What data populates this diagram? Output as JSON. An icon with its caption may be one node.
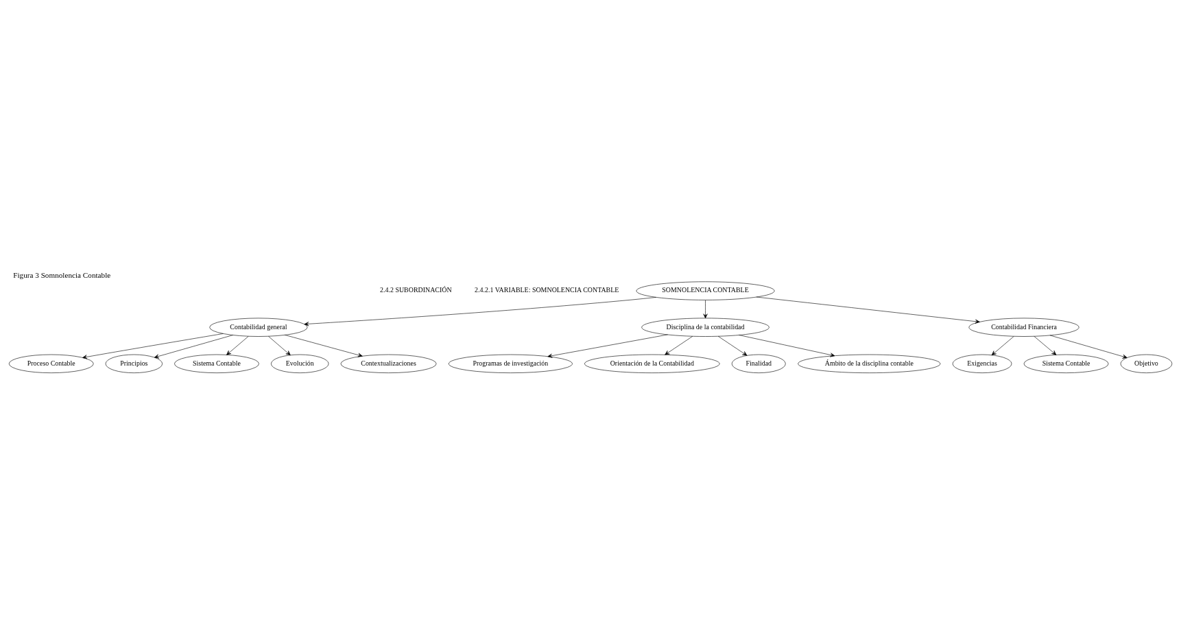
{
  "diagram": {
    "title": "Figura 3 Somnolencia Contable",
    "nodes": [
      {
        "text": [
          "SOMNOLENCIA CONTABLE"
        ]
      },
      {
        "text": [
          "Contabilidad general"
        ]
      },
      {
        "text": [
          "Proceso Contable"
        ]
      },
      {
        "text": [
          "Principios"
        ]
      },
      {
        "text": [
          "Sistema Contable"
        ]
      },
      {
        "text": [
          "Evolución"
        ]
      },
      {
        "text": [
          "Contextualizaciones"
        ]
      },
      {
        "text": [
          "Disciplina de la contabilidad"
        ]
      },
      {
        "text": [
          "Programas de investigación"
        ]
      },
      {
        "text": [
          "Orientación de la Contabilidad"
        ]
      },
      {
        "text": [
          "Finalidad"
        ]
      },
      {
        "text": [
          "Ámbito de la disciplina contable"
        ]
      },
      {
        "text": [
          "Contabilidad Financiera"
        ]
      },
      {
        "text": [
          "Exigencias"
        ]
      },
      {
        "text": [
          "Sistema Contable"
        ]
      },
      {
        "text": [
          "Objetivo"
        ]
      }
    ],
    "edges": [
      {
        "from": 0,
        "to": 1,
        "arrow": "to"
      },
      {
        "from": 1,
        "to": 2,
        "arrow": "to"
      },
      {
        "from": 1,
        "to": 3,
        "arrow": "to"
      },
      {
        "from": 1,
        "to": 4,
        "arrow": "to"
      },
      {
        "from": 1,
        "to": 5,
        "arrow": "to"
      },
      {
        "from": 1,
        "to": 6,
        "arrow": "to"
      },
      {
        "from": 0,
        "to": 7,
        "arrow": "to"
      },
      {
        "from": 7,
        "to": 8,
        "arrow": "to"
      },
      {
        "from": 7,
        "to": 9,
        "arrow": "to"
      },
      {
        "from": 7,
        "to": 10,
        "arrow": "to"
      },
      {
        "from": 7,
        "to": 11,
        "arrow": "to"
      },
      {
        "from": 0,
        "to": 12,
        "arrow": "to"
      },
      {
        "from": 12,
        "to": 13,
        "arrow": "to"
      },
      {
        "from": 12,
        "to": 14,
        "arrow": "to"
      },
      {
        "from": 12,
        "to": 15,
        "arrow": "to"
      }
    ],
    "labels": [
      "2.4.2 SUBORDINACIÓN",
      "2.4.2.1 VARIABLE: SOMNOLENCIA CONTABLE"
    ]
  }
}
